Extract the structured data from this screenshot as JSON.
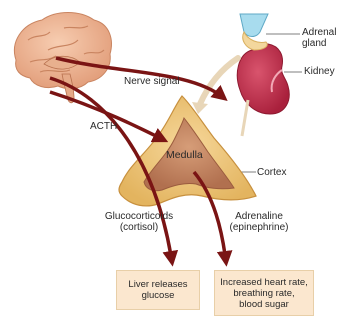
{
  "labels": {
    "adrenal_gland": "Adrenal\ngland",
    "kidney": "Kidney",
    "nerve_signal": "Nerve signal",
    "acth": "ACTH",
    "medulla": "Medulla",
    "cortex": "Cortex",
    "glucocorticoids": "Glucocorticoids\n(cortisol)",
    "adrenaline": "Adrenaline\n(epinephrine)"
  },
  "outcomes": {
    "liver": "Liver releases\nglucose",
    "heart": "Increased heart rate,\nbreathing rate,\nblood sugar"
  }
}
